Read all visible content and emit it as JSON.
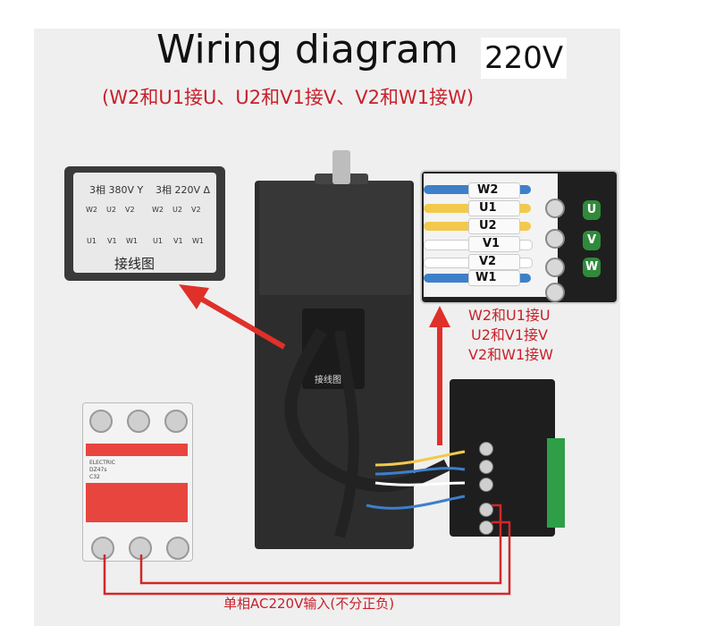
{
  "header": {
    "title": "Wiring diagram",
    "voltage": "220V",
    "subtitle": "(W2和U1接U、U2和V1接V、V2和W1接W)"
  },
  "wiring_card": {
    "label_380": "3相 380V Y",
    "label_220": "3相 220V Δ",
    "top_terminals": [
      "W2",
      "U2",
      "V2",
      "W2",
      "U2",
      "V2"
    ],
    "bottom_terminals": [
      "U1",
      "V1",
      "W1",
      "U1",
      "V1",
      "W1"
    ],
    "caption": "接线图"
  },
  "terminal_photo": {
    "wire_labels": [
      "W2",
      "U1",
      "U2",
      "V1",
      "V2",
      "W1"
    ],
    "terminals": [
      "U",
      "V",
      "W"
    ]
  },
  "connection_notes": [
    "W2和U1接U",
    "U2和V1接V",
    "V2和W1接W"
  ],
  "motor": {
    "label": "接线图"
  },
  "breaker": {
    "brand": "ELECTRIC",
    "model": "DZ47s",
    "rating": "C32"
  },
  "bottom_label": "单相AC220V输入(不分正负)",
  "colors": {
    "accent_red": "#c8202a",
    "arrow_red": "#e0302a",
    "terminal_green": "#2f8a3a"
  }
}
